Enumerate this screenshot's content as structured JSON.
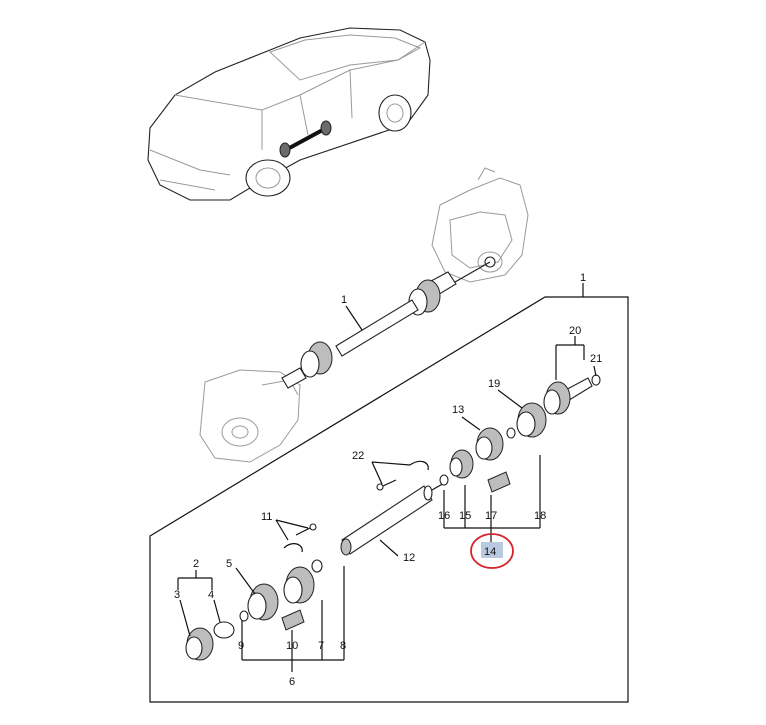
{
  "diagram": {
    "labels": {
      "p1_top": "1",
      "p1_shaft": "1",
      "p2": "2",
      "p3": "3",
      "p4": "4",
      "p5": "5",
      "p6": "6",
      "p7": "7",
      "p8": "8",
      "p9": "9",
      "p10": "10",
      "p11": "11",
      "p12": "12",
      "p13": "13",
      "p14": "14",
      "p15": "15",
      "p16": "16",
      "p17": "17",
      "p18": "18",
      "p19": "19",
      "p20": "20",
      "p21": "21",
      "p22": "22"
    },
    "highlight": {
      "part": "14",
      "box_color": "#b9c9df",
      "circle_color": "#d6202a"
    }
  }
}
